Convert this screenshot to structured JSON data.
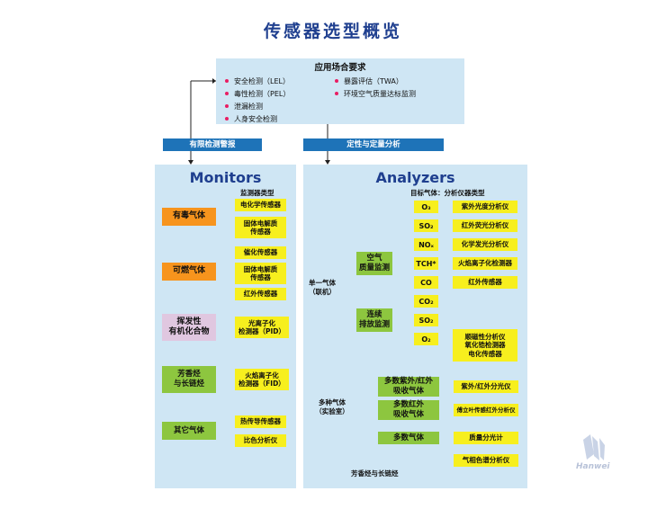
{
  "title": "传感器选型概览",
  "requirements": {
    "heading": "应用场合要求",
    "left_items": [
      "安全检测（LEL）",
      "毒性检测（PEL）",
      "泄漏检测",
      "人身安全检测"
    ],
    "right_items": [
      "暴露评估（TWA）",
      "环境空气质量达标监测"
    ]
  },
  "banners": {
    "left": "有限检测警报",
    "right": "定性与定量分析"
  },
  "monitors": {
    "title": "Monitors",
    "subtitle": "监测器类型",
    "categories": [
      {
        "label": "有毒气体",
        "items": [
          "电化学传感器",
          "固体电解质\n传感器"
        ]
      },
      {
        "label": "可燃气体",
        "items": [
          "催化传感器",
          "固体电解质\n传感器",
          "红外传感器"
        ]
      },
      {
        "label": "挥发性\n有机化合物",
        "items": [
          "光离子化\n检测器（PID）"
        ]
      },
      {
        "label": "芳香烃\n与长链烃",
        "items": [
          "火焰离子化\n检测器（FID）"
        ]
      },
      {
        "label": "其它气体",
        "items": [
          "热传导传感器",
          "比色分析仪"
        ]
      }
    ]
  },
  "analyzers": {
    "title": "Analyzers",
    "subtitle": "目标气体：分析仪器类型",
    "single": "单一气体\n（联机）",
    "air": "空气\n质量监测",
    "emission": "连续\n排放监测",
    "gases": [
      "O₃",
      "SO₂",
      "NOₓ",
      "TCH*",
      "CO",
      "CO₂",
      "SO₂",
      "O₂"
    ],
    "air_instruments": [
      "紫外光度分析仪",
      "红外荧光分析仪",
      "化学发光分析仪",
      "火焰离子化检测器",
      "红外传感器"
    ],
    "o2_instruments": "顺磁性分析仪\n氧化锆检测器\n电化传感器",
    "multi": "多种气体\n（实验室）",
    "multi_methods": [
      "多数紫外/红外\n吸收气体",
      "多数红外\n吸收气体",
      "多数气体"
    ],
    "multi_instruments": [
      "紫外/红外分光仪",
      "傅立叶传感红外分析仪",
      "质量分光计",
      "气相色谱分析仪"
    ],
    "footnote": "芳香烃与长链烃"
  },
  "logo": {
    "text": "Hanwei"
  }
}
